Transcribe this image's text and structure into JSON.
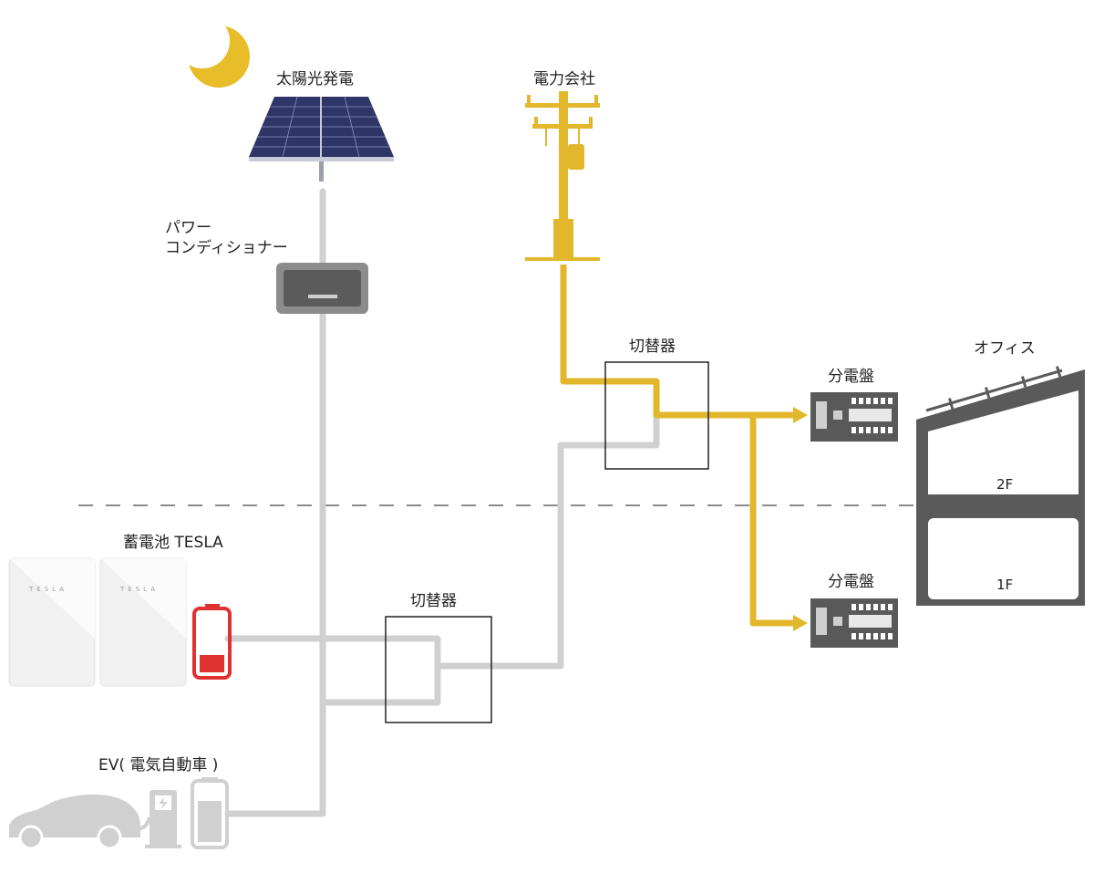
{
  "labels": {
    "solar": "太陽光発電",
    "power_company": "電力会社",
    "power_conditioner": "パワー\nコンディショナー",
    "switch_upper": "切替器",
    "switch_lower": "切替器",
    "panel_upper": "分電盤",
    "panel_lower": "分電盤",
    "office": "オフィス",
    "floor_2": "2F",
    "floor_1": "1F",
    "battery": "蓄電池 TESLA",
    "ev": "EV( 電気自動車 )",
    "tesla_brand": "TESLA"
  },
  "colors": {
    "grid_line": "#E3B72B",
    "solar_line": "#D0D0D0",
    "moon": "#E7BE2A",
    "battery_low": "#E03131",
    "building": "#5A5A5A",
    "panel": "#595959"
  },
  "icons": [
    "moon-icon",
    "solar-panel-icon",
    "utility-pole-icon",
    "power-conditioner-icon",
    "distribution-panel-icon",
    "office-building-icon",
    "tesla-powerwall-icon",
    "battery-low-icon",
    "ev-car-icon",
    "charger-icon",
    "ev-battery-icon"
  ]
}
